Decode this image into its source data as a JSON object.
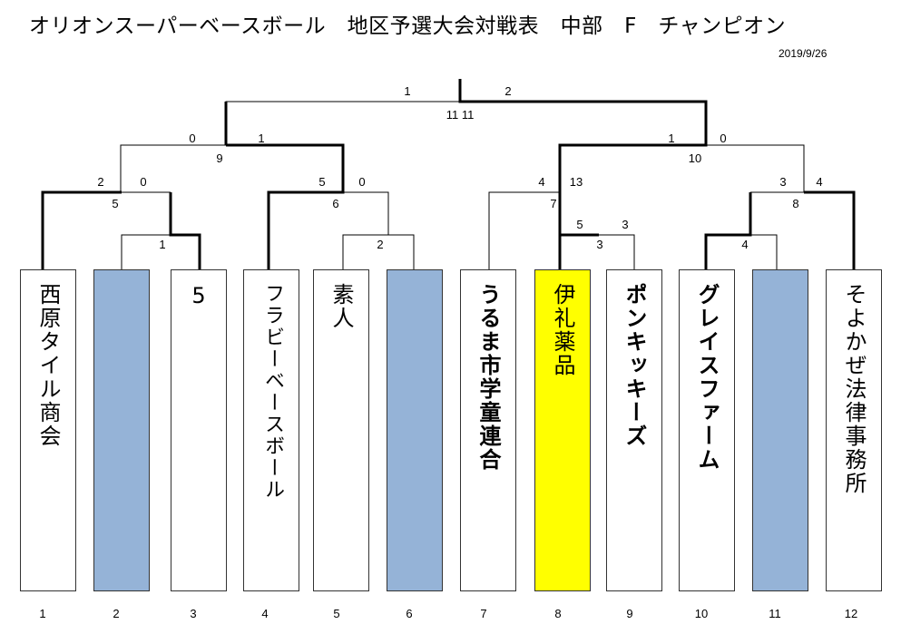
{
  "header": {
    "title": "オリオンスーパーベースボール　地区予選大会対戦表　中部　F　チャンピオン",
    "date": "2019/9/26"
  },
  "teams": [
    {
      "slot": "1",
      "name": "西原タイル商会",
      "state": "normal"
    },
    {
      "slot": "2",
      "name": "",
      "state": "bye"
    },
    {
      "slot": "3",
      "name": "5",
      "state": "normal"
    },
    {
      "slot": "4",
      "name": "フラビーベースボール",
      "state": "normal"
    },
    {
      "slot": "5",
      "name": "素人",
      "state": "normal"
    },
    {
      "slot": "6",
      "name": "",
      "state": "bye"
    },
    {
      "slot": "7",
      "name": "うるま市学童連合",
      "state": "bold"
    },
    {
      "slot": "8",
      "name": "伊礼薬品",
      "state": "champion"
    },
    {
      "slot": "9",
      "name": "ポンキッキーズ",
      "state": "bold"
    },
    {
      "slot": "10",
      "name": "グレイスファーム",
      "state": "bold"
    },
    {
      "slot": "11",
      "name": "",
      "state": "bye"
    },
    {
      "slot": "12",
      "name": "そよかぜ法律事務所",
      "state": "normal"
    }
  ],
  "slot_numbers": [
    "1",
    "2",
    "3",
    "4",
    "5",
    "6",
    "7",
    "8",
    "9",
    "10",
    "11",
    "12"
  ],
  "games": {
    "g1": {
      "number": "1",
      "score_left": "",
      "score_right": ""
    },
    "g2": {
      "number": "2",
      "score_left": "",
      "score_right": ""
    },
    "g3": {
      "number": "3",
      "score_left": "5",
      "score_right": "3"
    },
    "g4": {
      "number": "4",
      "score_left": "",
      "score_right": ""
    },
    "g5": {
      "number": "5",
      "score_left": "2",
      "score_right": "0"
    },
    "g6": {
      "number": "6",
      "score_left": "5",
      "score_right": "0"
    },
    "g7": {
      "number": "7",
      "score_left": "4",
      "score_right": "13"
    },
    "g8": {
      "number": "8",
      "score_left": "3",
      "score_right": "4"
    },
    "g9": {
      "number": "9",
      "score_left": "0",
      "score_right": "1"
    },
    "g10": {
      "number": "10",
      "score_left": "1",
      "score_right": "0"
    },
    "g11": {
      "number": "11",
      "score_left": "1",
      "score_right": "2"
    }
  },
  "colors": {
    "bye": "#95b3d7",
    "champion": "#ffff00",
    "line": "#000000"
  }
}
